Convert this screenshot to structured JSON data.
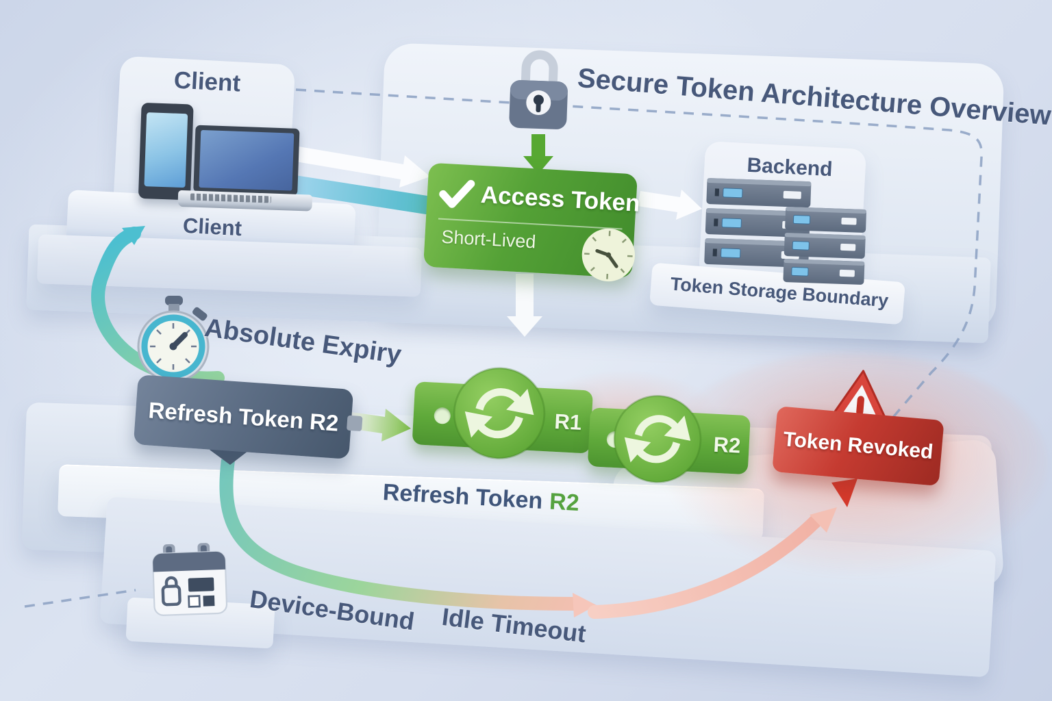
{
  "title": "Secure Token Architecture Overview",
  "client": {
    "panel_label": "Client",
    "platform_label": "Client"
  },
  "access_token": {
    "label": "Access Token",
    "sublabel": "Short-Lived"
  },
  "backend": {
    "label": "Backend",
    "storage_label": "Token Storage Boundary"
  },
  "expiry": {
    "label": "Absolute Expiry"
  },
  "refresh_box": {
    "label": "Refresh Token R2"
  },
  "rotation": {
    "r1_label": "R1",
    "r2_label": "R2"
  },
  "revoked": {
    "label": "Token Revoked"
  },
  "timeline": {
    "prefix": "Refresh Token",
    "token": "R2"
  },
  "bottom": {
    "device_bound": "Device-Bound",
    "idle_timeout": "Idle Timeout"
  },
  "icons": {
    "lock": "padlock",
    "check": "checkmark",
    "clock": "clock-face",
    "stopwatch": "stopwatch",
    "refresh": "circular-rotation-arrows",
    "warning": "exclamation-triangle",
    "calendar_lock": "device-bound-calendar",
    "smartphone": "smartphone",
    "laptop": "laptop",
    "servers": "server-stack"
  },
  "colors": {
    "green": "#55a136",
    "red": "#c53b31",
    "slate": "#5b6c83",
    "teal": "#4cbfd0",
    "pink": "#f2b4a8",
    "text": "#47587a",
    "background": "#d6deee"
  }
}
